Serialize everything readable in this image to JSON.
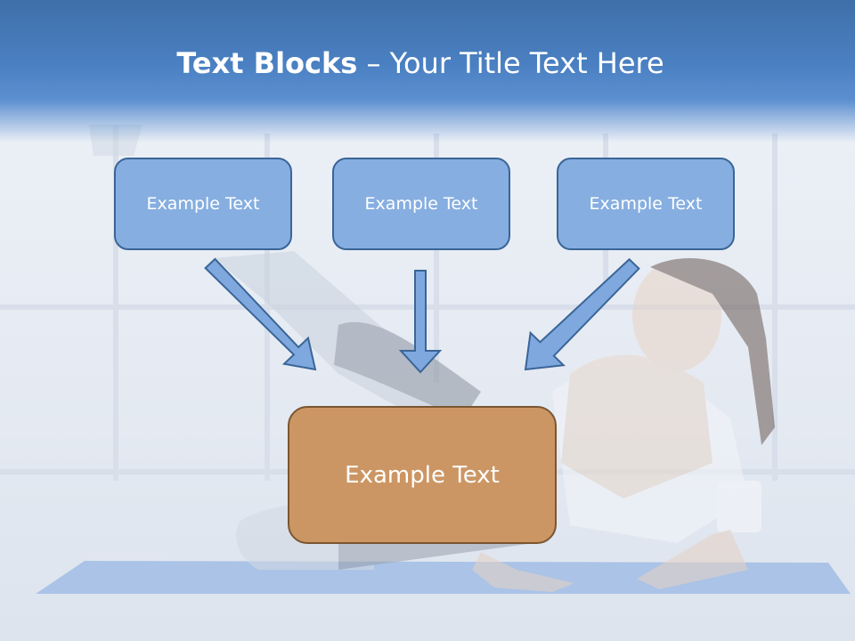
{
  "title": {
    "bold": "Text Blocks",
    "separator": " – ",
    "rest": "Your Title Text Here"
  },
  "boxes": {
    "top_left": "Example Text",
    "top_middle": "Example Text",
    "top_right": "Example Text",
    "center": "Example Text"
  },
  "colors": {
    "title_bar": "#4a80c2",
    "box_blue_fill": "#86aee0",
    "box_blue_border": "#3a6597",
    "box_center_fill": "#cc9664",
    "box_center_border": "#7a5630",
    "arrow_fill": "#7ea8de",
    "arrow_stroke": "#3a6597"
  }
}
